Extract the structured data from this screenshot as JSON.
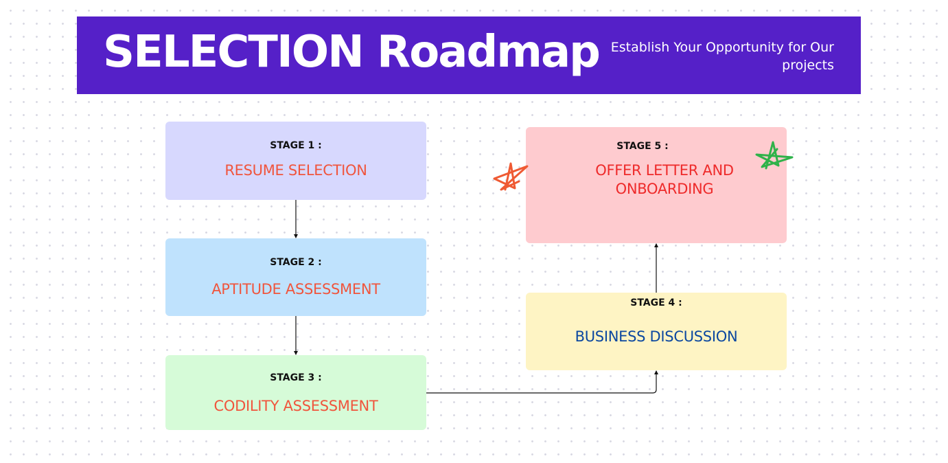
{
  "header": {
    "title": "SELECTION Roadmap",
    "subtitle": "Establish Your Opportunity for Our projects",
    "background_color": "#5520c8"
  },
  "stages": [
    {
      "label": "STAGE 1 :",
      "name": "RESUME SELECTION",
      "box_color": "#d7d8fe",
      "text_color": "#f0553d"
    },
    {
      "label": "STAGE 2 :",
      "name": "APTITUDE ASSESSMENT",
      "box_color": "#bfe2fd",
      "text_color": "#f0553d"
    },
    {
      "label": "STAGE 3 :",
      "name": "CODILITY ASSESSMENT",
      "box_color": "#d6fbd8",
      "text_color": "#f0553d"
    },
    {
      "label": "STAGE 4 :",
      "name": "BUSINESS DISCUSSION",
      "box_color": "#fef4c4",
      "text_color": "#0b47a0"
    },
    {
      "label": "STAGE 5 :",
      "name": "OFFER LETTER AND ONBOARDING",
      "box_color": "#fecbcf",
      "text_color": "#ee2a2a"
    }
  ],
  "decorations": {
    "left_star": {
      "icon": "star-doodle-icon",
      "color": "#ef5a33"
    },
    "right_star": {
      "icon": "star-doodle-icon",
      "color": "#2fb24a"
    }
  }
}
